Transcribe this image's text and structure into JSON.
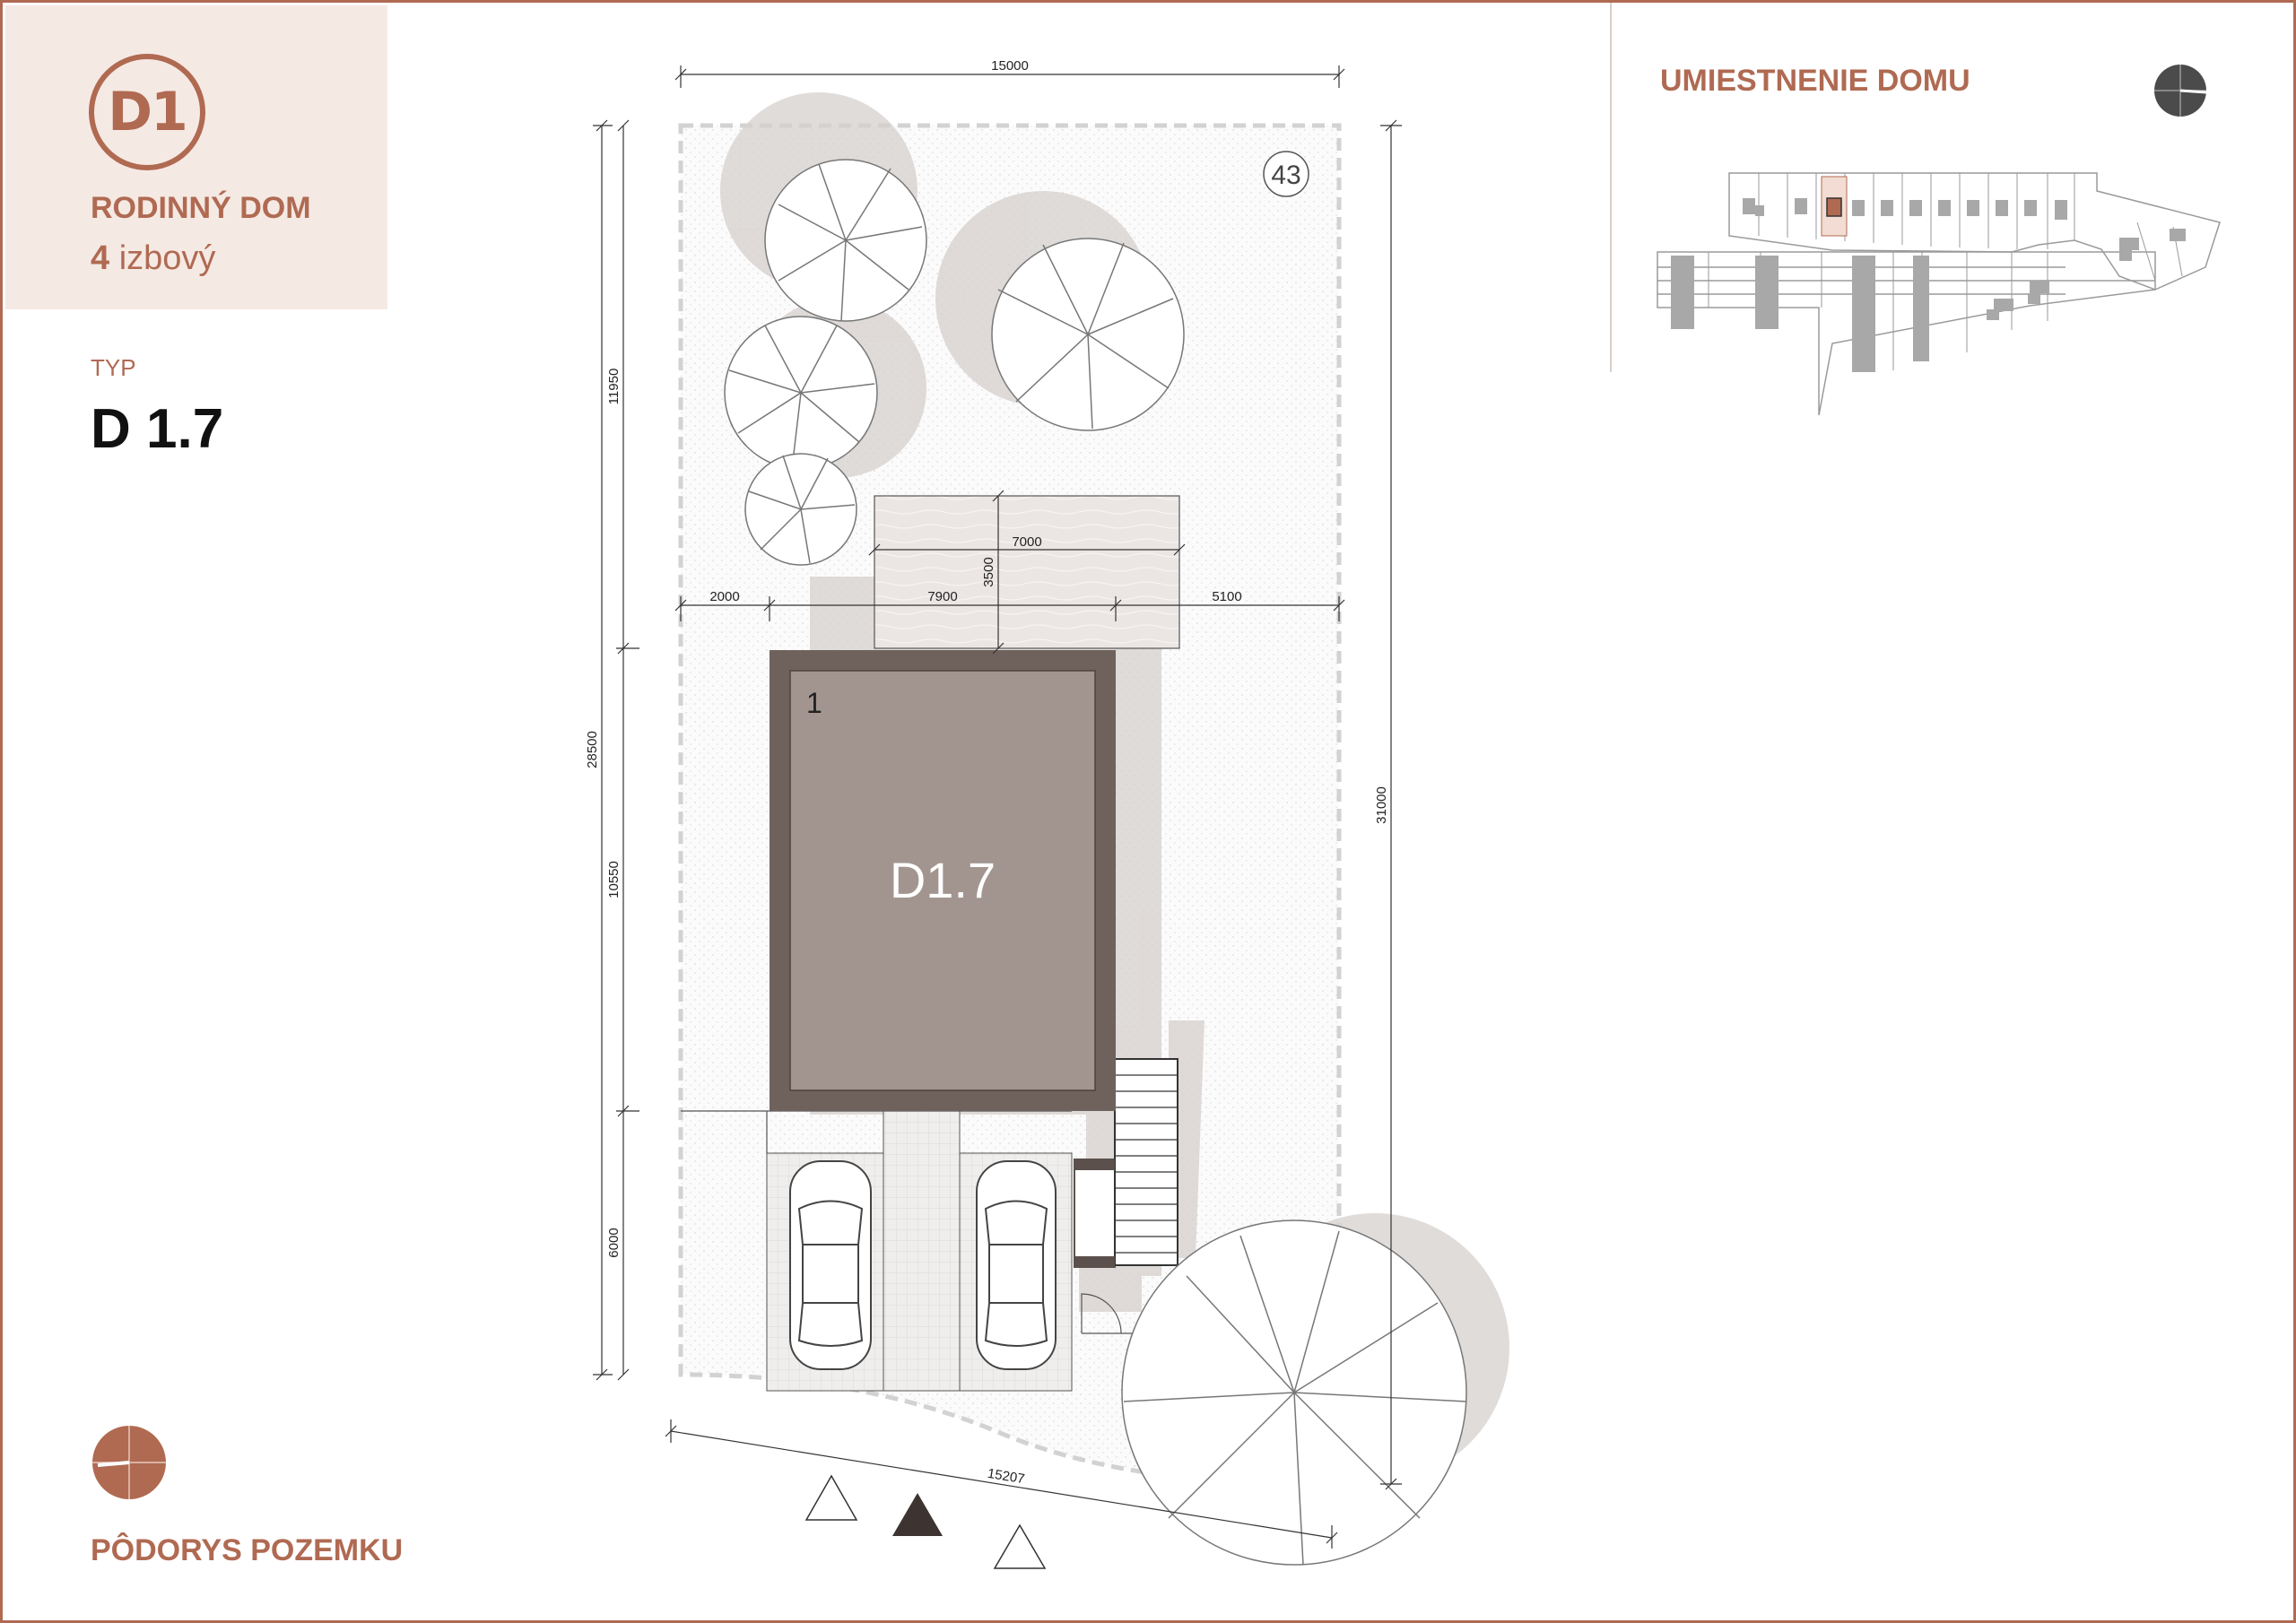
{
  "header": {
    "badge": "D1",
    "house_type": "RODINNÝ DOM",
    "rooms_count": "4",
    "rooms_label": "izbový",
    "typ_label": "TYP",
    "typ_value": "D 1.7"
  },
  "location": {
    "title": "UMIESTNENIE DOMU"
  },
  "plan": {
    "plot_number": "43",
    "house_label": "D1.7",
    "entry_marker": "1",
    "dimensions": {
      "top_width": "15000",
      "terrace_width": "7000",
      "terrace_depth": "3500",
      "left_offset": "2000",
      "house_width": "7900",
      "right_offset": "5100",
      "total_left": "28500",
      "front_depth": "11950",
      "house_depth": "10550",
      "parking_depth": "6000",
      "right_depth": "31000",
      "bottom_width": "15207"
    }
  },
  "footer": {
    "title": "PÔDORYS POZEMKU"
  },
  "colors": {
    "accent": "#b06a52",
    "badge_bg": "#f5e9e4",
    "house_fill": "#a2958f",
    "house_frame": "#6f625c",
    "highlight_lot": "#b06a52",
    "site_building": "#a8a8a8",
    "compass_dark": "#4b4b4b"
  },
  "icons": [
    "north-compass-icon",
    "location-compass-icon",
    "car-icon",
    "tree-icon",
    "triangle-marker-icon"
  ]
}
